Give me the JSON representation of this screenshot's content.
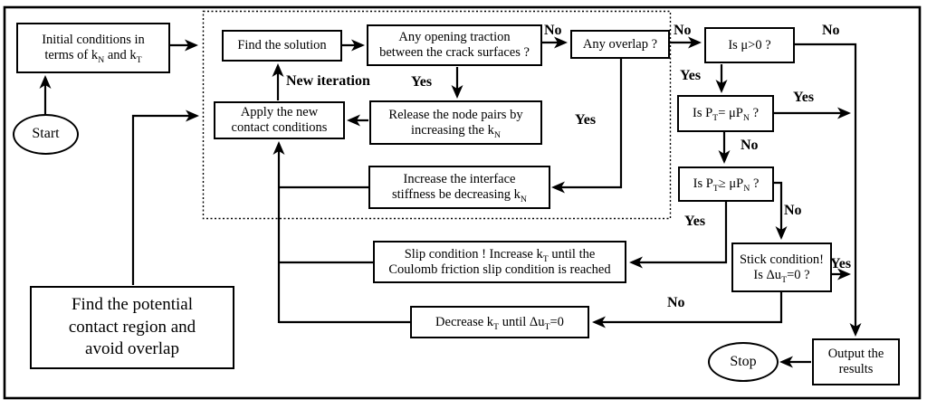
{
  "diagram": {
    "colors": {
      "line": "#000000",
      "background": "#ffffff"
    },
    "nodes": {
      "start": {
        "label": "Start"
      },
      "stop": {
        "label": "Stop"
      },
      "initial": {
        "label": [
          [
            "t",
            "Initial conditions in"
          ],
          [
            "br"
          ],
          [
            "t",
            "terms of k"
          ],
          [
            "sub",
            "N"
          ],
          [
            "t",
            " and k"
          ],
          [
            "sub",
            "T"
          ]
        ]
      },
      "find_solution": {
        "label": "Find the solution"
      },
      "any_opening": {
        "label": [
          [
            "t",
            "Any opening traction"
          ],
          [
            "br"
          ],
          [
            "t",
            "between the crack surfaces ?"
          ]
        ]
      },
      "any_overlap": {
        "label": "Any overlap ?"
      },
      "is_mu": {
        "label": [
          [
            "t",
            "Is μ>0 ?"
          ]
        ]
      },
      "is_pt_eq": {
        "label": [
          [
            "t",
            "Is P"
          ],
          [
            "sub",
            "T"
          ],
          [
            "t",
            "= μP"
          ],
          [
            "sub",
            "N"
          ],
          [
            "t",
            " ?"
          ]
        ]
      },
      "is_pt_ge": {
        "label": [
          [
            "t",
            "Is P"
          ],
          [
            "sub",
            "T"
          ],
          [
            "t",
            "≥ μP"
          ],
          [
            "sub",
            "N"
          ],
          [
            "t",
            " ?"
          ]
        ]
      },
      "apply": {
        "label": [
          [
            "t",
            "Apply the new"
          ],
          [
            "br"
          ],
          [
            "t",
            "contact conditions"
          ]
        ]
      },
      "release": {
        "label": [
          [
            "t",
            "Release the node pairs by"
          ],
          [
            "br"
          ],
          [
            "t",
            "increasing the k"
          ],
          [
            "sub",
            "N"
          ]
        ]
      },
      "increase": {
        "label": [
          [
            "t",
            "Increase the interface"
          ],
          [
            "br"
          ],
          [
            "t",
            "stiffness be decreasing  k"
          ],
          [
            "sub",
            "N"
          ]
        ]
      },
      "slip": {
        "label": [
          [
            "t",
            "Slip condition ! Increase k"
          ],
          [
            "sub",
            "T"
          ],
          [
            "t",
            " until the"
          ],
          [
            "br"
          ],
          [
            "t",
            "Coulomb friction slip condition is reached"
          ]
        ]
      },
      "decrease": {
        "label": [
          [
            "t",
            "Decrease  k"
          ],
          [
            "sub",
            "T"
          ],
          [
            "t",
            " until Δu"
          ],
          [
            "sub",
            "T"
          ],
          [
            "t",
            "=0"
          ]
        ]
      },
      "stick": {
        "label": [
          [
            "t",
            "Stick condition!"
          ],
          [
            "br"
          ],
          [
            "t",
            "Is Δu"
          ],
          [
            "sub",
            "T"
          ],
          [
            "t",
            "=0 ?"
          ]
        ]
      },
      "find_potential": {
        "label": [
          [
            "t",
            "Find the potential"
          ],
          [
            "br"
          ],
          [
            "t",
            "contact region and"
          ],
          [
            "br"
          ],
          [
            "t",
            "avoid overlap"
          ]
        ]
      },
      "output": {
        "label": [
          [
            "t",
            "Output the"
          ],
          [
            "br"
          ],
          [
            "t",
            "results"
          ]
        ]
      }
    },
    "edge_labels": {
      "no_opening": "No",
      "no_overlap": "No",
      "no_mu": "No",
      "yes_mu": "Yes",
      "yes_pt_eq": "Yes",
      "no_pt_eq": "No",
      "yes_pt_ge": "Yes",
      "no_pt_ge": "No",
      "yes_stick": "Yes",
      "no_stick": "No",
      "yes_overlap": "Yes",
      "yes_opening": "Yes",
      "new_iteration": "New iteration"
    }
  }
}
